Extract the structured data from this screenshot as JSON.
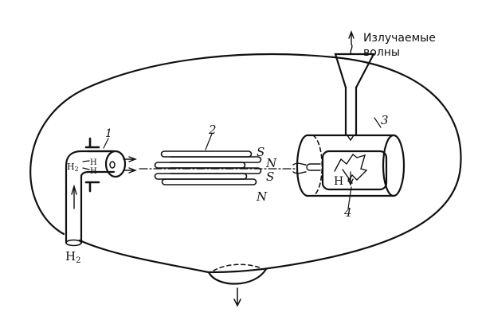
{
  "labels": {
    "emitted_waves_line1": "Излучаемые",
    "emitted_waves_line2": "волны",
    "part1": "1",
    "part2": "2",
    "part3": "3",
    "part4": "4",
    "pole_s1": "S",
    "pole_n1": "N",
    "pole_s2": "S",
    "pole_n2": "N",
    "h2_inlet": "H",
    "h2_inlet_sub": "2",
    "h2_source": "H",
    "h2_source_sub": "2",
    "h_atom_top": "H",
    "h_atom_bottom": "H",
    "h_field": "H"
  }
}
